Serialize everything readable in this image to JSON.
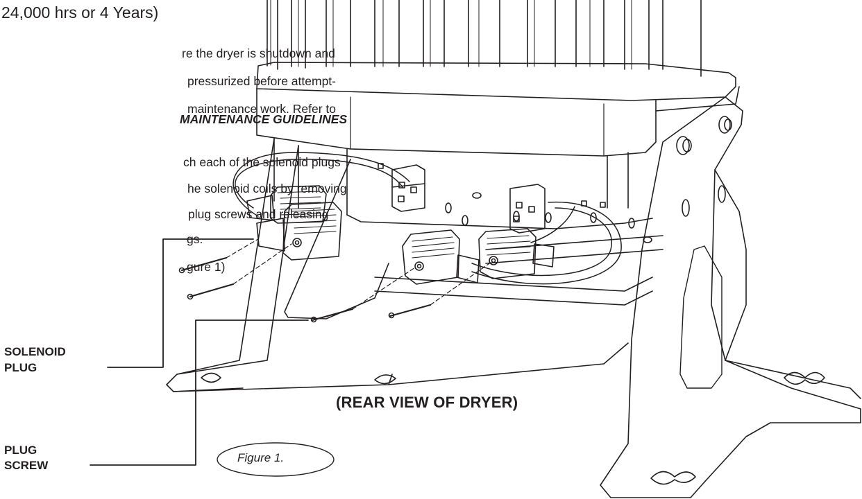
{
  "doc": {
    "heading": "24,000 hrs or 4 Years)",
    "para1": [
      "re the dryer is shutdown and",
      "pressurized before attempt-",
      "maintenance work. Refer to"
    ],
    "para1_ref": "MAINTENANCE GUIDELINES",
    "para2": [
      "ch each of the solenoid plugs",
      "he solenoid coils by removing",
      "plug screws and releasing",
      "gs.",
      "gure 1)"
    ]
  },
  "figure": {
    "callouts": {
      "solenoid_plug": [
        "SOLENOID",
        "PLUG"
      ],
      "plug_screw": [
        "PLUG",
        "SCREW"
      ]
    },
    "view_caption": "(REAR VIEW OF DRYER)",
    "figure_label": "Figure 1."
  },
  "colors": {
    "ink": "#231f20",
    "paper": "#ffffff"
  }
}
